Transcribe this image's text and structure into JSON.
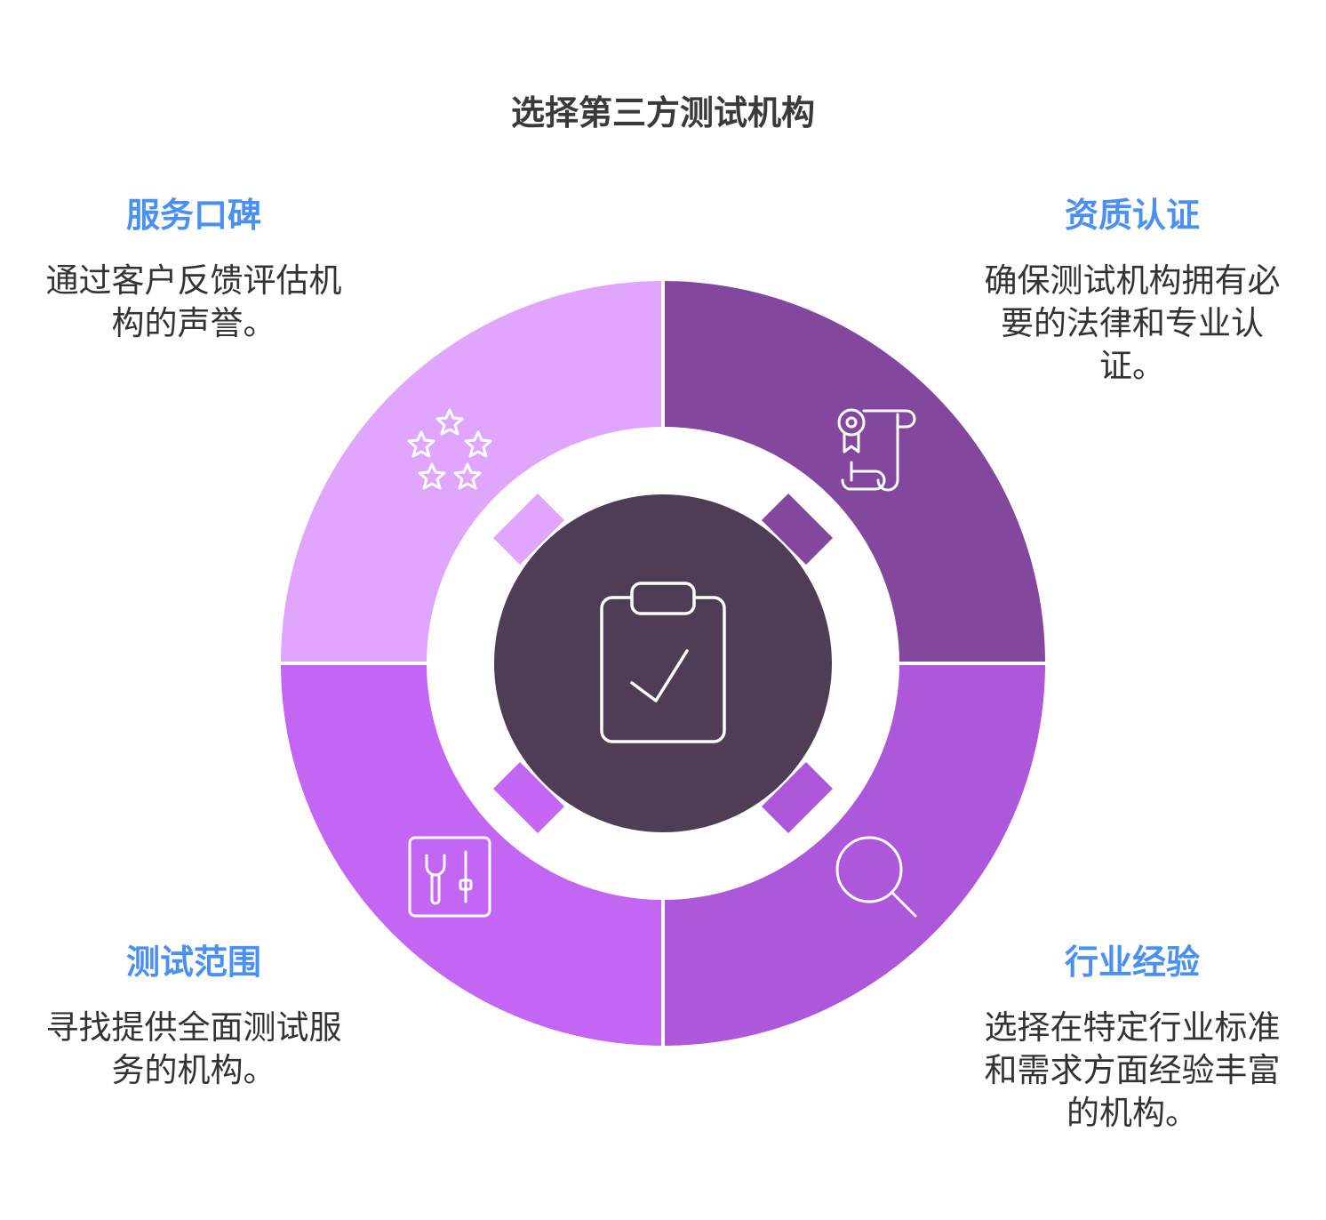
{
  "title": "选择第三方测试机构",
  "colors": {
    "top_left": "#e0a5fc",
    "top_right": "#84479e",
    "bottom_left": "#c466f4",
    "bottom_right": "#ad58da",
    "center": "#4f3d56",
    "heading": "#4a90f0",
    "body_text": "#333333"
  },
  "sections": {
    "service_reputation": {
      "heading": "服务口碑",
      "text": "通过客户反馈评估机构的声誉。",
      "icon": "stars-icon"
    },
    "qualification": {
      "heading": "资质认证",
      "text": "确保测试机构拥有必要的法律和专业认证。",
      "icon": "certificate-icon"
    },
    "test_scope": {
      "heading": "测试范围",
      "text": "寻找提供全面测试服务的机构。",
      "icon": "tools-icon"
    },
    "industry_experience": {
      "heading": "行业经验",
      "text": "选择在特定行业标准和需求方面经验丰富的机构。",
      "icon": "magnifier-icon"
    }
  },
  "center_icon": "clipboard-check-icon"
}
